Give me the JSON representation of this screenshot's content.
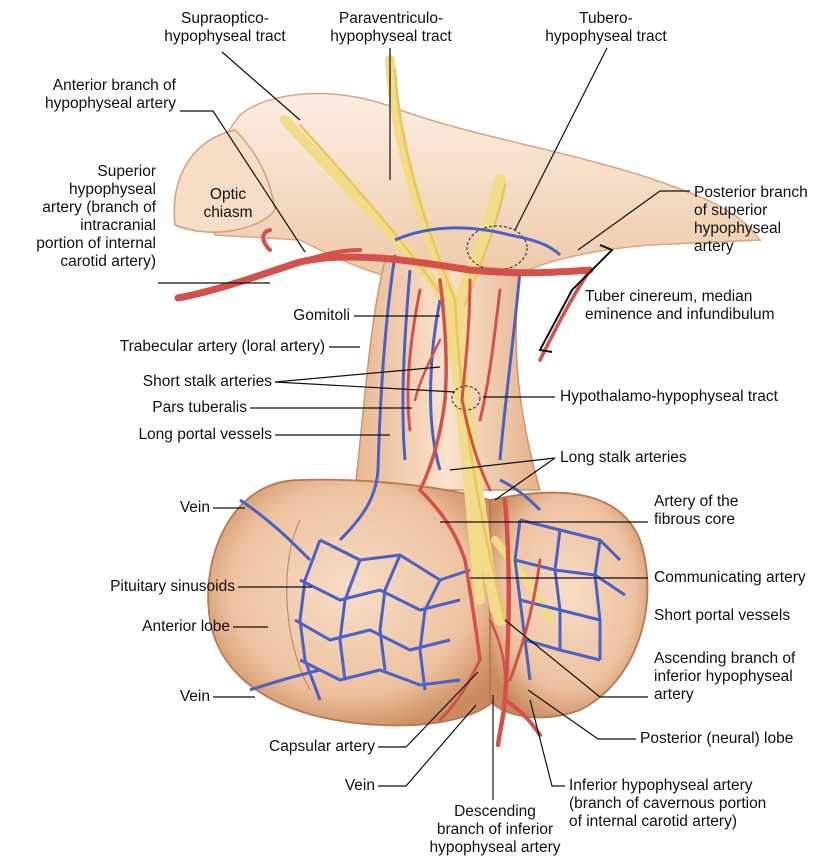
{
  "colors": {
    "tissue_light": "#f7ddc7",
    "tissue_mid": "#eec2a0",
    "tissue_dark": "#d99c72",
    "artery": "#d4514a",
    "vein": "#4a62c4",
    "nerve": "#f2dc8a",
    "leader": "#111111"
  },
  "labels": {
    "supraoptico": "Supraoptico-\nhypophyseal tract",
    "paraventriculo": "Paraventriculo-\nhypophyseal tract",
    "tubero": "Tubero-\nhypophyseal tract",
    "anterior_branch": "Anterior branch of\nhypophyseal artery",
    "superior_hypophyseal": "Superior\nhypophyseal\nartery (branch of\nintracranial\nportion of internal\ncarotid artery)",
    "optic_chiasm": "Optic\nchiasm",
    "posterior_branch": "Posterior branch\nof superior\nhypophyseal\nartery",
    "tuber_cinereum": "Tuber cinereum, median\neminence and infundibulum",
    "gomitoli": "Gomitoli",
    "trabecular": "Trabecular artery (loral artery)",
    "short_stalk": "Short stalk arteries",
    "pars_tuberalis": "Pars tuberalis",
    "hypothalamo_tract": "Hypothalamo-hypophyseal tract",
    "long_portal": "Long portal vessels",
    "long_stalk": "Long stalk arteries",
    "vein_top": "Vein",
    "artery_fibrous_core": "Artery of the\nfibrous core",
    "pituitary_sinusoids": "Pituitary sinusoids",
    "communicating_artery": "Communicating artery",
    "short_portal": "Short portal vessels",
    "anterior_lobe": "Anterior lobe",
    "ascending_branch": "Ascending branch of\ninferior hypophyseal\nartery",
    "vein_mid": "Vein",
    "posterior_lobe": "Posterior (neural) lobe",
    "capsular_artery": "Capsular artery",
    "vein_bottom": "Vein",
    "inferior_hypophyseal": "Inferior hypophyseal artery\n(branch of cavernous portion\nof internal carotid artery)",
    "descending_branch": "Descending\nbranch of inferior\nhypophyseal artery"
  }
}
